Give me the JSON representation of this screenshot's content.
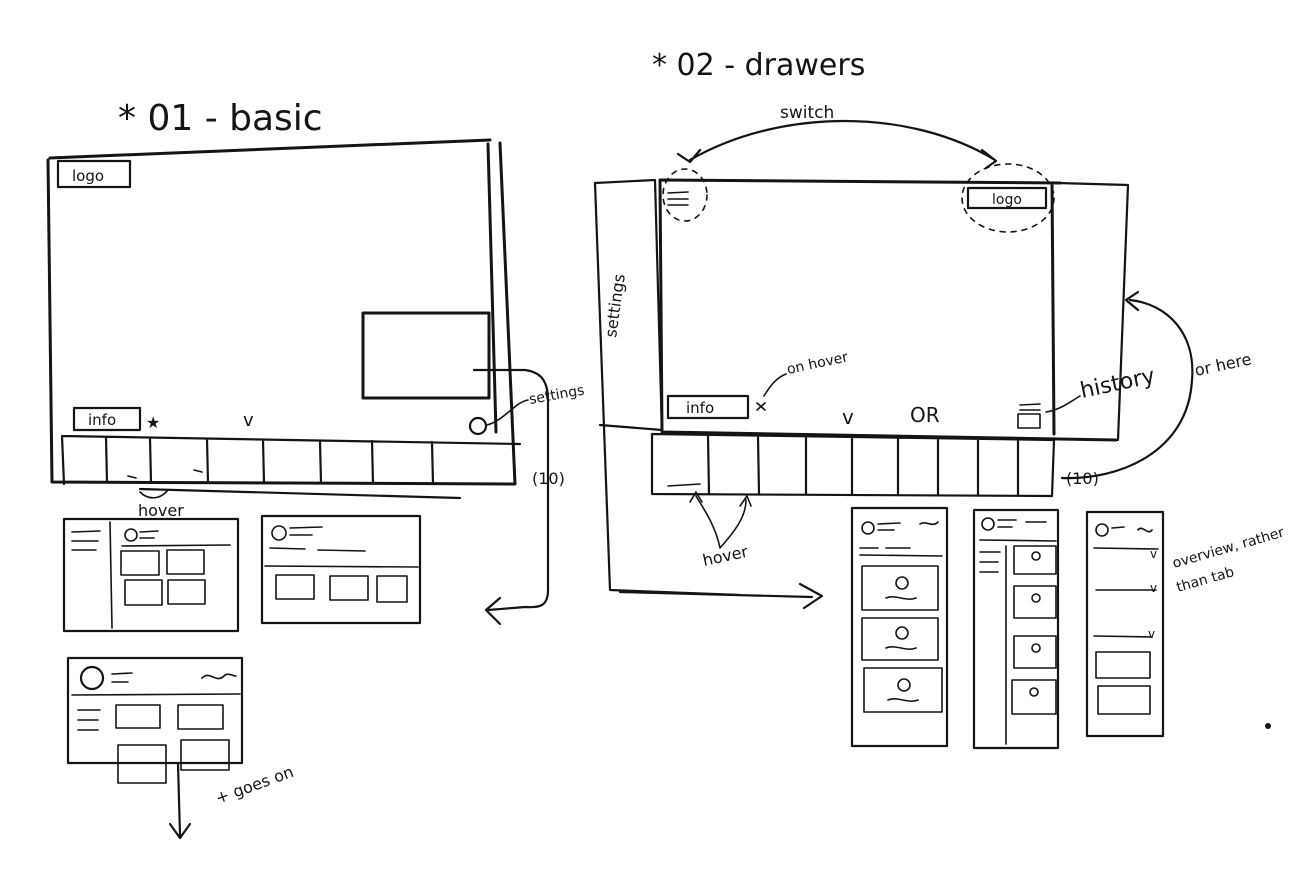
{
  "sketch_01": {
    "title": "* 01 - basic",
    "logo": "logo",
    "info": "info",
    "star": "★",
    "chevron": "v",
    "settings": "settings",
    "count": "(10)",
    "hover": "hover",
    "goes_on": "+ goes on"
  },
  "sketch_02": {
    "title": "* 02 - drawers",
    "switch": "switch",
    "logo": "logo",
    "settings_drawer": "settings",
    "on_hover": "on hover",
    "info": "info",
    "chevron": "v",
    "or": "OR",
    "history": "history",
    "or_here": "or here",
    "count": "(10)",
    "hover": "hover",
    "overview_note_1": "overview, rather",
    "overview_note_2": "than tab"
  }
}
